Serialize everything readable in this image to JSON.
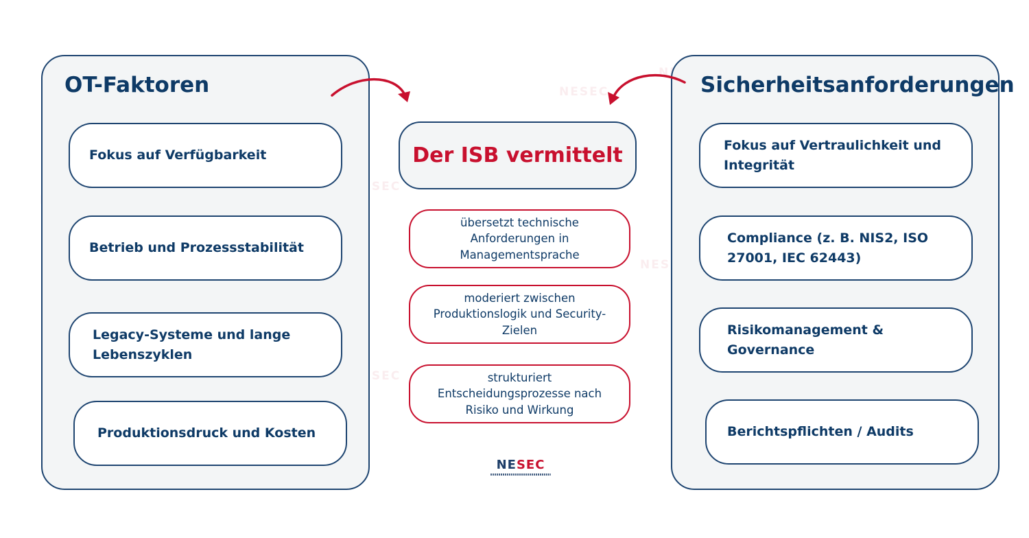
{
  "left_panel": {
    "title": "OT-Faktoren",
    "items": [
      "Fokus auf Verfügbarkeit",
      "Betrieb und Prozessstabilität",
      "Legacy-Systeme und  lange\nLebenszyklen",
      "Produktionsdruck und Kosten"
    ]
  },
  "right_panel": {
    "title": "Sicherheitsanforderungen",
    "items": [
      "Fokus auf Vertraulichkeit und\nIntegrität",
      "Compliance (z. B. NIS2, ISO\n27001, IEC 62443)",
      "Risikomanagement &\nGovernance",
      "Berichtspflichten / Audits"
    ]
  },
  "center": {
    "title": "Der ISB vermittelt",
    "roles": [
      "übersetzt technische\nAnforderungen in\nManagementsprache",
      "moderiert zwischen\nProduktionslogik und Security-\nZielen",
      "strukturiert\nEntscheidungsprozesse nach\nRisiko und Wirkung"
    ]
  },
  "logo": {
    "text_primary": "NE",
    "text_accent": "SEC"
  },
  "watermark": "NESEC",
  "colors": {
    "navy": "#0e3a66",
    "border": "#1d4470",
    "accent_red": "#c8102e",
    "panel_bg": "#f3f5f6"
  }
}
